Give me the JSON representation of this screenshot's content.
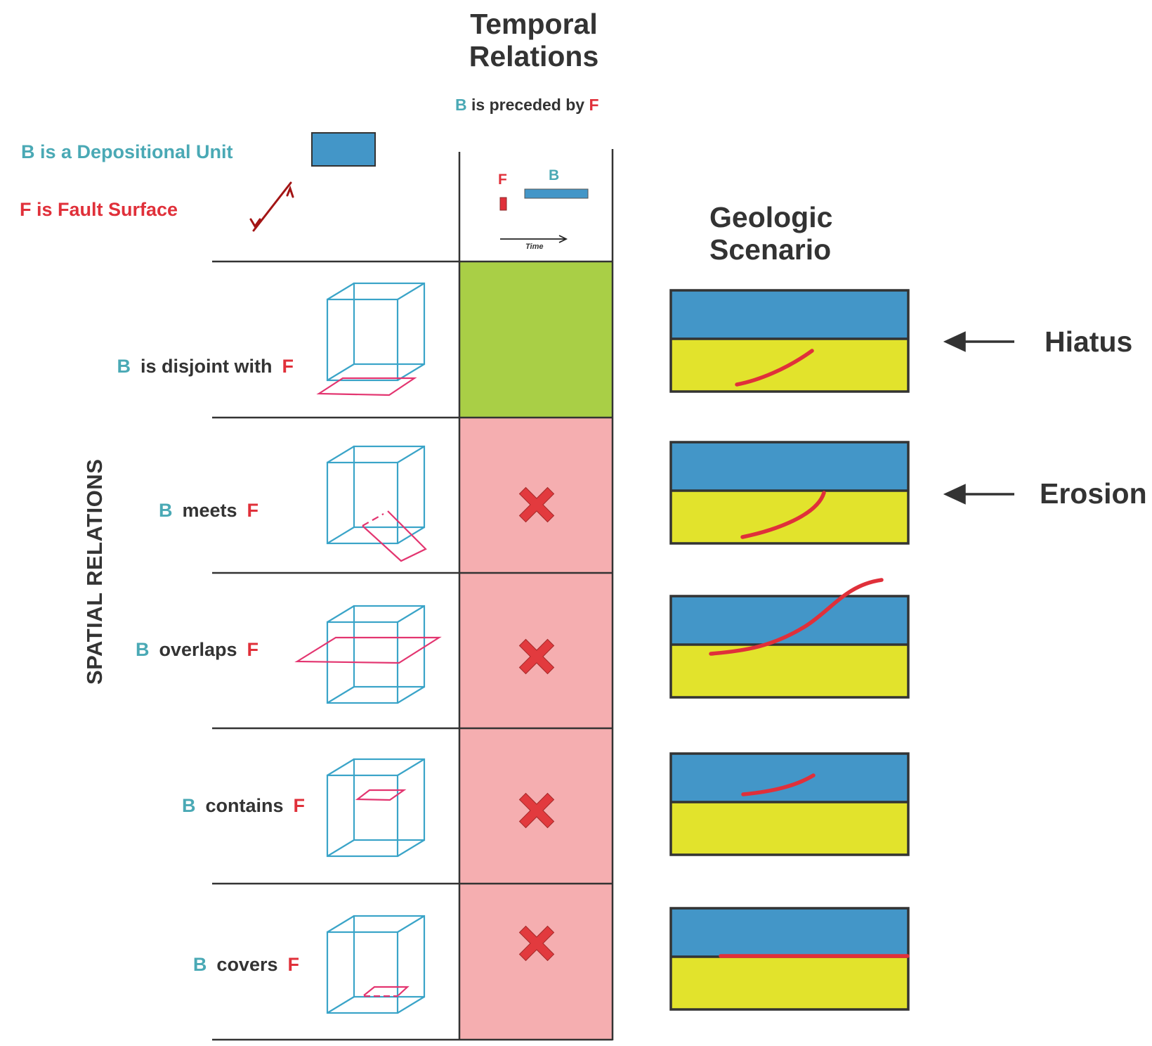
{
  "headers": {
    "temporal_title_line1": "Temporal",
    "temporal_title_line2": "Relations",
    "temporal_relation": {
      "subject": "B",
      "verb": "is preceded by",
      "object": "F"
    },
    "geologic_title_line1": "Geologic",
    "geologic_title_line2": "Scenario",
    "side_label": "SPATIAL RELATIONS"
  },
  "legend": {
    "depositional_unit": "B is a Depositional Unit",
    "fault_surface": "F is Fault Surface"
  },
  "timeline": {
    "f_label": "F",
    "b_label": "B",
    "time_label": "Time"
  },
  "colors": {
    "teal_text": "#4aa9b5",
    "red_text": "#e0303a",
    "dark_text": "#333333",
    "depositional_blue": "#4396c8",
    "sediment_yellow": "#e2e32c",
    "fault_red": "#e0303a",
    "valid_green": "#a9cf46",
    "invalid_pink": "#f5aeb0",
    "cube_blue": "#3aa4c8",
    "plane_pink": "#e33570",
    "fault_arrow": "#a31515"
  },
  "rows": [
    {
      "subject": "B",
      "relation": "is disjoint with",
      "object": "F",
      "temporal_valid": true,
      "scenario_label": "Hiatus"
    },
    {
      "subject": "B",
      "relation": "meets",
      "object": "F",
      "temporal_valid": false,
      "scenario_label": "Erosion"
    },
    {
      "subject": "B",
      "relation": "overlaps",
      "object": "F",
      "temporal_valid": false,
      "scenario_label": ""
    },
    {
      "subject": "B",
      "relation": "contains",
      "object": "F",
      "temporal_valid": false,
      "scenario_label": ""
    },
    {
      "subject": "B",
      "relation": "covers",
      "object": "F",
      "temporal_valid": false,
      "scenario_label": ""
    }
  ]
}
